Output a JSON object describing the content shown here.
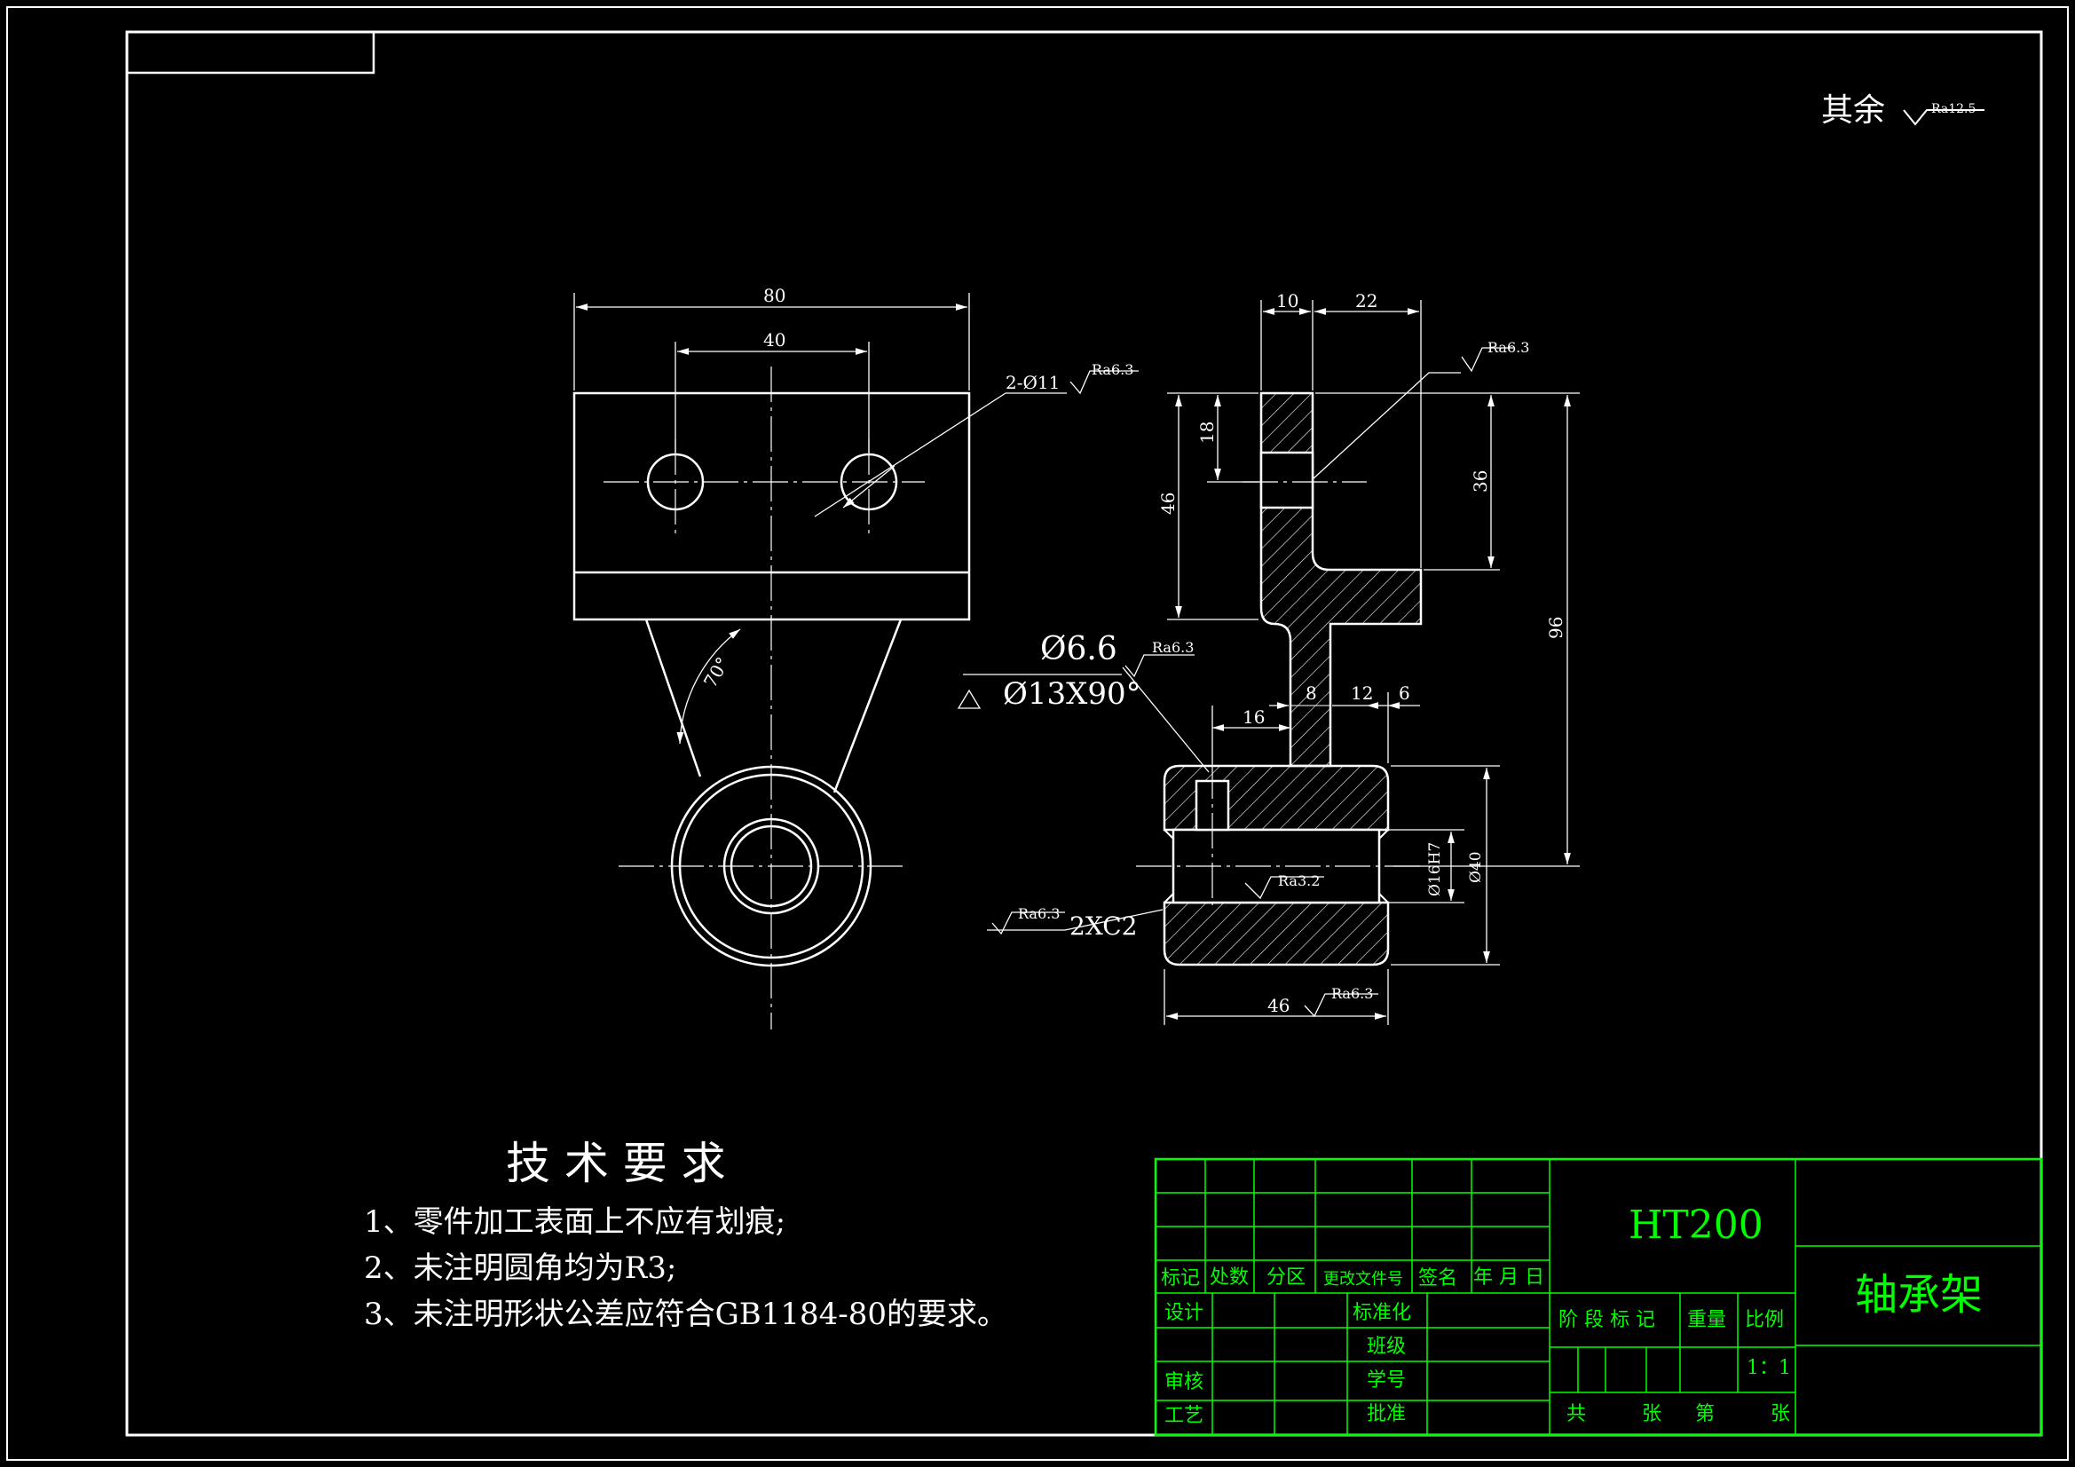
{
  "colors": {
    "background": "#000000",
    "line": "#ffffff",
    "table_line": "#00ff00",
    "table_text": "#00ff00"
  },
  "surface_note": {
    "label": "其余",
    "ra": "Ra12.5"
  },
  "front_view": {
    "dim_overall_width": "80",
    "dim_hole_spacing": "40",
    "hole_callout": "2-Ø11",
    "hole_ra": "Ra6.3",
    "angle": "70°"
  },
  "side_view": {
    "dim_top_10": "10",
    "dim_top_22": "22",
    "dim_18": "18",
    "dim_46_vertical": "46",
    "dim_36": "36",
    "dim_96": "96",
    "dim_8": "8",
    "dim_12": "12",
    "dim_6": "6",
    "dim_16": "16",
    "dim_bore": "Ø16H7",
    "dim_outer": "Ø40",
    "dim_46_bottom": "46",
    "ra_top": "Ra6.3",
    "ra_oil_hole": "Ra6.3",
    "ra_bore": "Ra3.2",
    "ra_chamfer": "Ra6.3",
    "ra_bottom": "Ra6.3",
    "oil_hole_1": "Ø6.6",
    "oil_hole_2": "Ø13X90°",
    "chamfer": "2XC2"
  },
  "tech_requirements": {
    "title": "技 术 要 求",
    "items": [
      "1、零件加工表面上不应有划痕;",
      "2、未注明圆角均为R3;",
      "3、未注明形状公差应符合GB1184-80的要求。"
    ]
  },
  "title_block": {
    "material": "HT200",
    "part_name": "轴承架",
    "labels": {
      "biaoji": "标记",
      "chushu": "处数",
      "fenqu": "分区",
      "genggai": "更改文件号",
      "qianming": "签名",
      "nianyueri": "年 月 日",
      "sheji": "设计",
      "biaozhunhua": "标准化",
      "banji": "班级",
      "shenhe": "审核",
      "xuehao": "学号",
      "gongyi": "工艺",
      "pizhun": "批准",
      "jieduan": "阶 段 标 记",
      "zhongliang": "重量",
      "bili": "比例",
      "gong": "共",
      "zhang1": "张",
      "di": "第",
      "zhang2": "张"
    },
    "scale": "1：1"
  }
}
